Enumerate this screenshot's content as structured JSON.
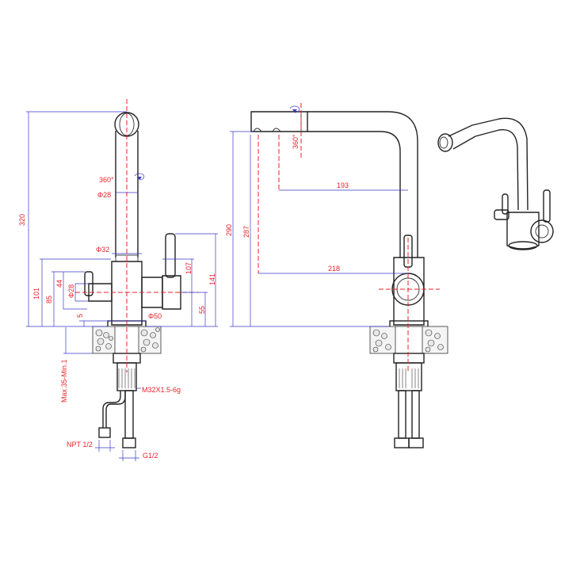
{
  "labels": {
    "d320": "320",
    "d101": "101",
    "d85": "85",
    "d44": "44",
    "d28v": "Φ28",
    "d5": "5",
    "d360_front": "360°",
    "d28_top": "Φ28",
    "d32": "Φ32",
    "d50": "Φ50",
    "d107": "107",
    "d141": "141",
    "d55": "55",
    "maxmin": "Max.35-Min.1",
    "thread": "M32X1.5-6g",
    "npt": "NPT 1/2",
    "g12": "G1/2",
    "d290": "290",
    "d287": "287",
    "d360_side": "360°",
    "d193": "193",
    "d218": "218"
  },
  "colors": {
    "dimension_text": "#e8232a",
    "dimension_line": "#3a39c9",
    "outline": "#222222"
  }
}
